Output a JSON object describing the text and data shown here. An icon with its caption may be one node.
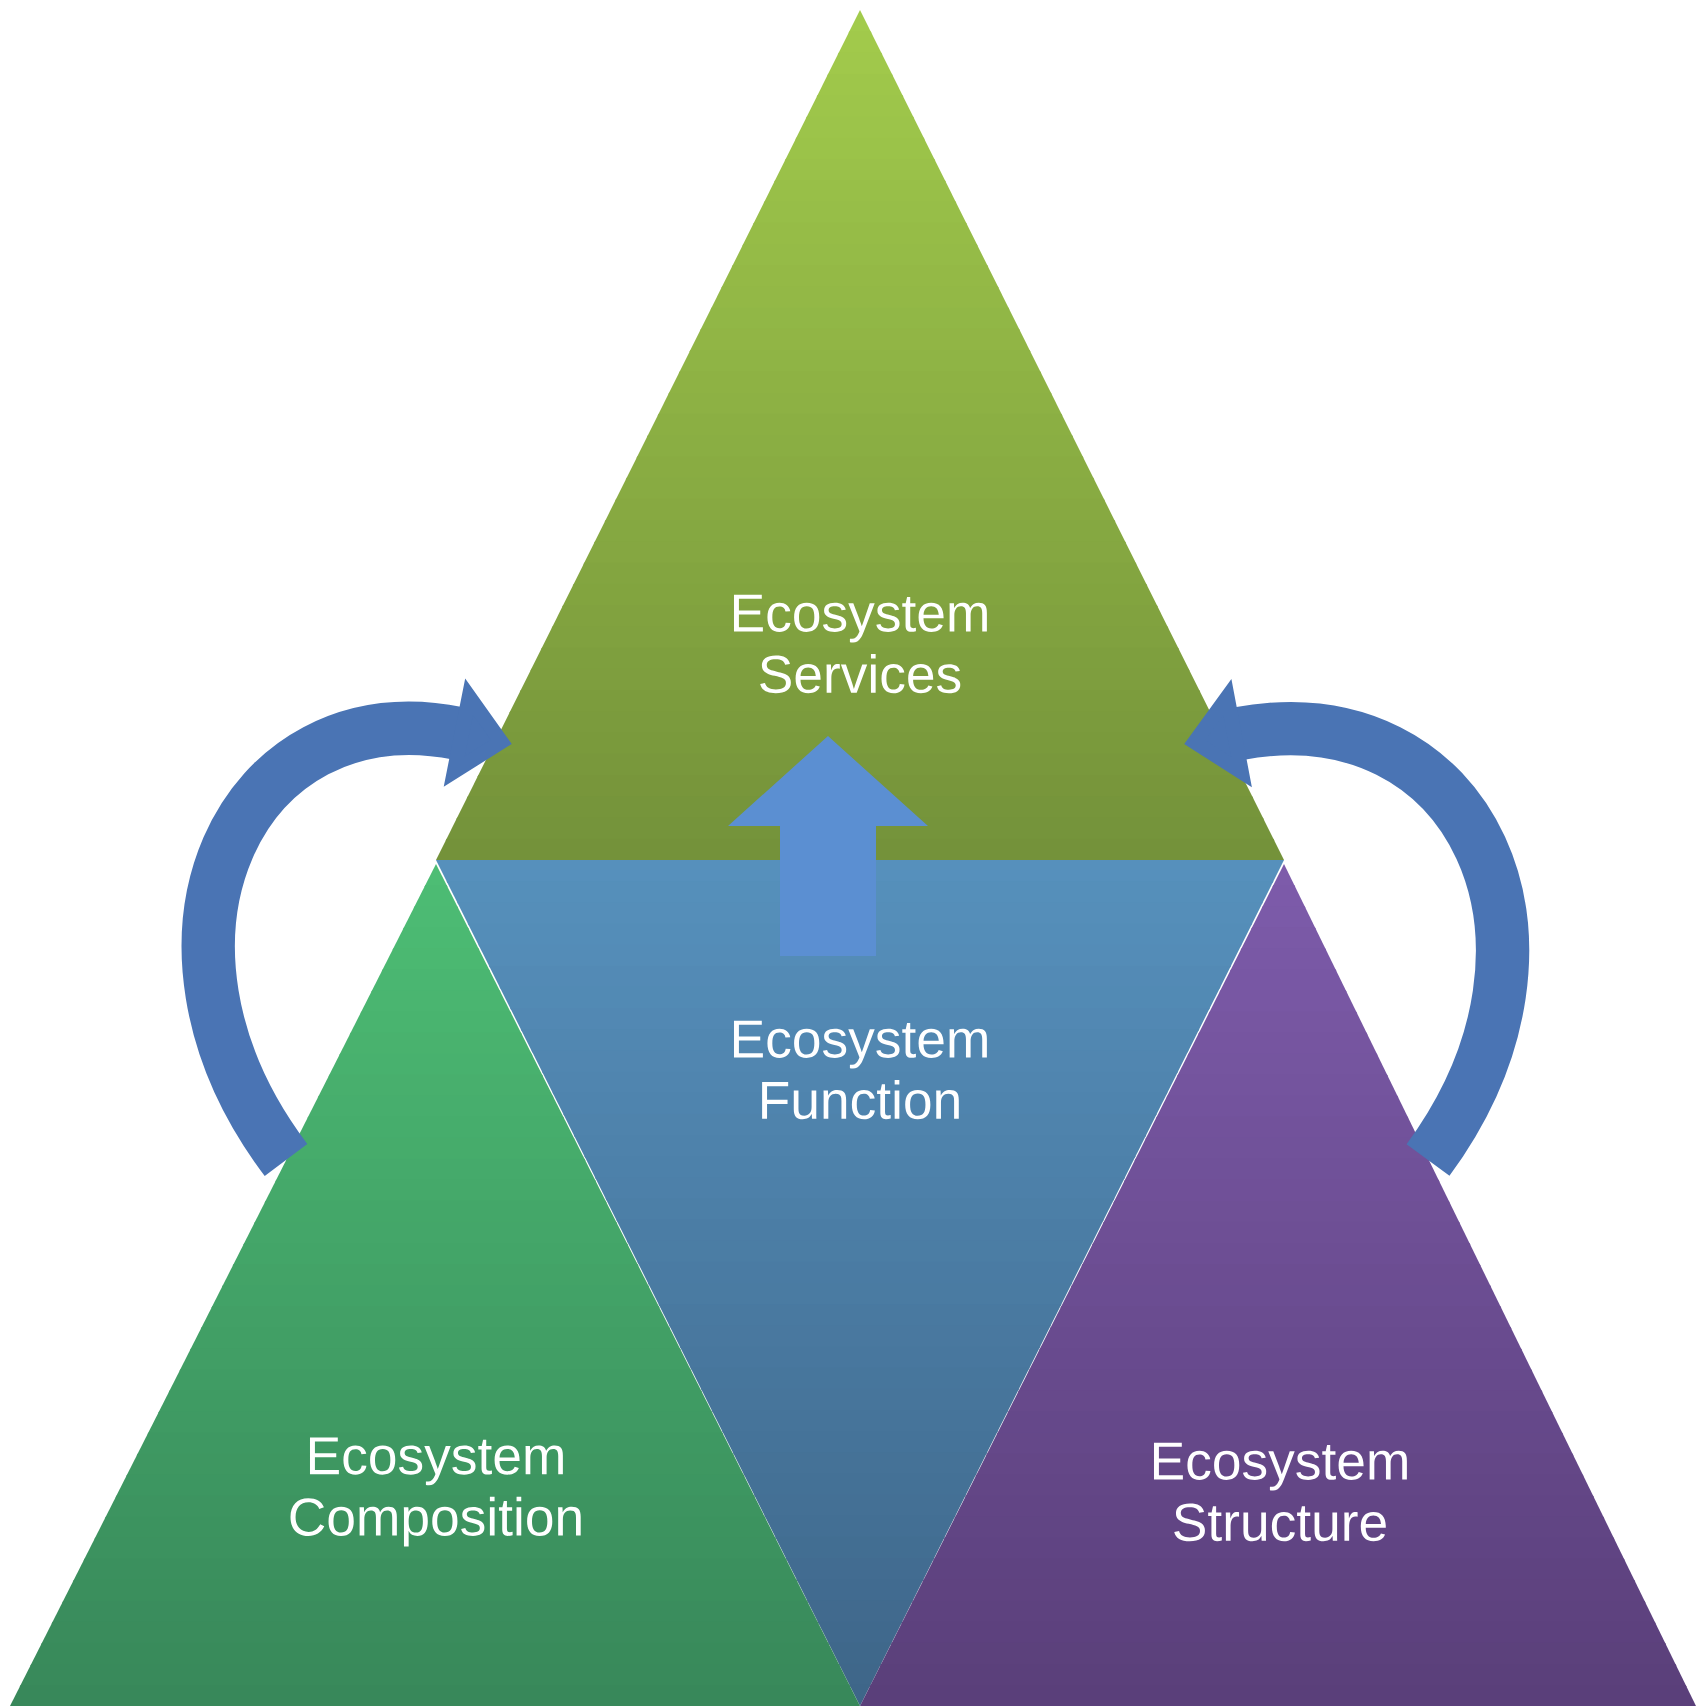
{
  "diagram": {
    "nodes": [
      {
        "text": [
          "Ecosystem Services"
        ]
      },
      {
        "text": [
          "Ecosystem Function"
        ]
      },
      {
        "text": [
          "Ecosystem Composition"
        ]
      },
      {
        "text": [
          "Ecosystem Structure"
        ]
      }
    ],
    "edges": [
      {
        "from": 2,
        "to": 0,
        "arrow": "to"
      },
      {
        "from": 1,
        "to": 0,
        "arrow": "to",
        "style": "thick",
        "color": "#5b8fd2"
      },
      {
        "from": 3,
        "to": 0,
        "arrow": "to"
      }
    ]
  }
}
